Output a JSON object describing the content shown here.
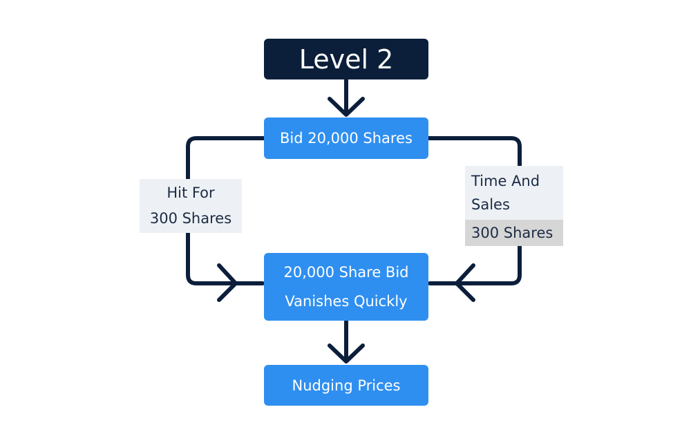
{
  "nodes": {
    "title": "Level 2",
    "bid": "Bid 20,000 Shares",
    "vanish": [
      "20,000 Share Bid",
      "Vanishes Quickly"
    ],
    "nudge": "Nudging Prices"
  },
  "labels": {
    "hit": [
      "Hit For",
      "300 Shares"
    ],
    "time_and_sales": [
      "Time And",
      "Sales"
    ],
    "time_and_sales_value": "300 Shares"
  },
  "colors": {
    "title_bg": "#0b1e3a",
    "box_bg": "#2f8ff0",
    "label_bg": "#edf1f5",
    "highlight_bg": "#d6d6d6",
    "connector": "#0b1e3a"
  }
}
